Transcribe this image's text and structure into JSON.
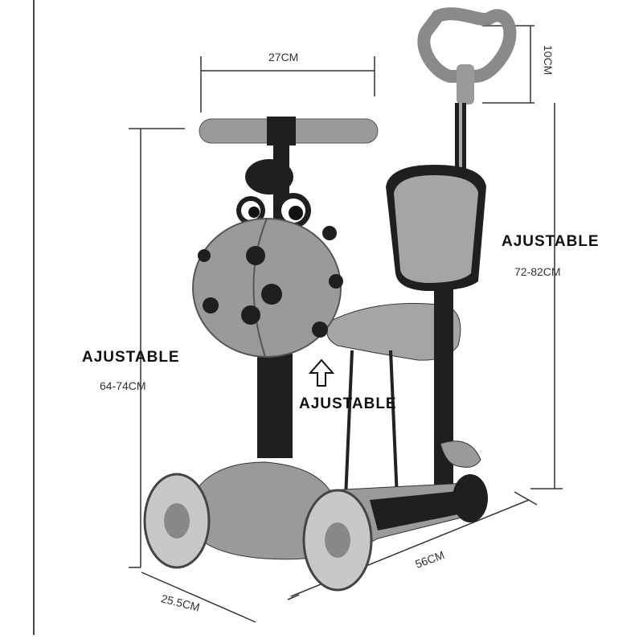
{
  "labels": {
    "handle_width": "27CM",
    "grip_height": "10CM",
    "adjustable_right": "AJUSTABLE",
    "adjustable_right_range": "72-82CM",
    "adjustable_left": "AJUSTABLE",
    "adjustable_left_range": "64-74CM",
    "adjustable_seat": "AJUSTABLE",
    "deck_length": "56CM",
    "deck_width": "25.5CM"
  },
  "colors": {
    "body": "#9a9a9a",
    "dark": "#1f1f1f",
    "wheel": "#c8c8c8",
    "line": "#333333"
  },
  "icons": {
    "up_arrow": "up-arrow-icon"
  }
}
